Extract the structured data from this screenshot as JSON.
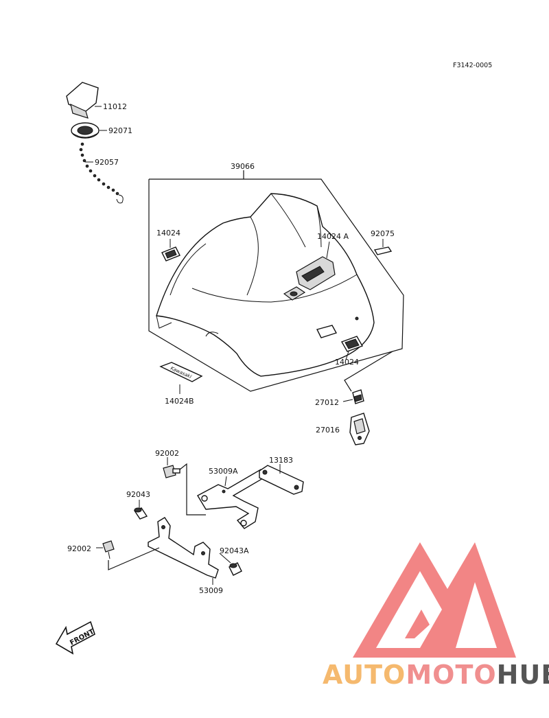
{
  "diagram_code": "F3142-0005",
  "part_labels": {
    "p11012": "11012",
    "p92071": "92071",
    "p92057": "92057",
    "p39066": "39066",
    "p14024_left": "14024",
    "p14024A": "14024 A",
    "p92075": "92075",
    "p14024_right": "14024",
    "p14024B": "14024B",
    "p27012": "27012",
    "p27016": "27016",
    "p92002_top": "92002",
    "p53009A": "53009A",
    "p13183": "13183",
    "p92043": "92043",
    "p92002_bottom": "92002",
    "p92043A": "92043A",
    "p53009": "53009"
  },
  "front_arrow_label": "FRONT",
  "decal_text": "Kawasaki",
  "watermark": {
    "part1": "AUTO",
    "part2": "MOTO",
    "part3": "HUB",
    "color_light": "#f5b96e",
    "color_pink": "#f08f8f",
    "color_grey": "#555555",
    "logo_color": "#f07070"
  }
}
